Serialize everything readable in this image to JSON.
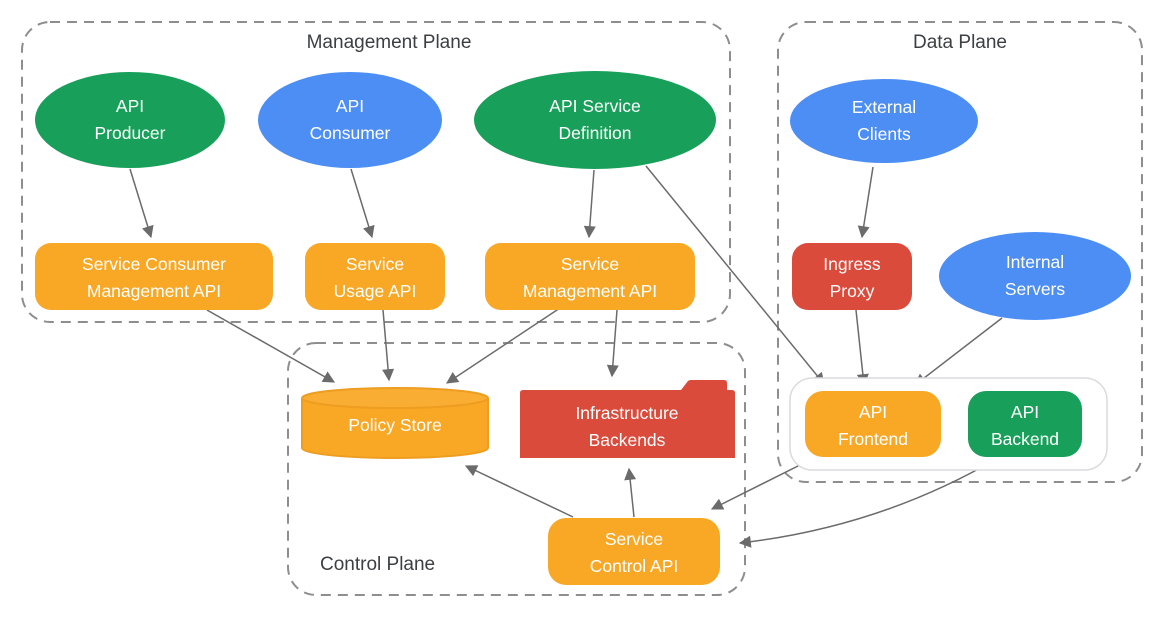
{
  "planes": {
    "management": {
      "label": "Management Plane"
    },
    "data": {
      "label": "Data Plane"
    },
    "control": {
      "label": "Control Plane"
    }
  },
  "nodes": {
    "api_producer": {
      "shape": "ellipse",
      "color_key": "green",
      "line1": "API",
      "line2": "Producer"
    },
    "api_consumer": {
      "shape": "ellipse",
      "color_key": "blue",
      "line1": "API",
      "line2": "Consumer"
    },
    "api_service_definition": {
      "shape": "ellipse",
      "color_key": "green",
      "line1": "API Service",
      "line2": "Definition"
    },
    "service_consumer_management_api": {
      "shape": "rounded-rect",
      "color_key": "orange",
      "line1": "Service Consumer",
      "line2": "Management API"
    },
    "service_usage_api": {
      "shape": "rounded-rect",
      "color_key": "orange",
      "line1": "Service",
      "line2": "Usage API"
    },
    "service_management_api": {
      "shape": "rounded-rect",
      "color_key": "orange",
      "line1": "Service",
      "line2": "Management API"
    },
    "external_clients": {
      "shape": "ellipse",
      "color_key": "blue",
      "line1": "External",
      "line2": "Clients"
    },
    "ingress_proxy": {
      "shape": "rounded-rect",
      "color_key": "red",
      "line1": "Ingress",
      "line2": "Proxy"
    },
    "internal_servers": {
      "shape": "ellipse",
      "color_key": "blue",
      "line1": "Internal",
      "line2": "Servers"
    },
    "api_frontend": {
      "shape": "rounded-rect",
      "color_key": "orange",
      "line1": "API",
      "line2": "Frontend"
    },
    "api_backend": {
      "shape": "rounded-rect",
      "color_key": "green",
      "line1": "API",
      "line2": "Backend"
    },
    "policy_store": {
      "shape": "cylinder",
      "color_key": "orange",
      "label": "Policy Store"
    },
    "infrastructure_backends": {
      "shape": "folder",
      "color_key": "red",
      "line1": "Infrastructure",
      "line2": "Backends"
    },
    "service_control_api": {
      "shape": "rounded-rect",
      "color_key": "orange",
      "line1": "Service",
      "line2": "Control API"
    }
  },
  "edges": [
    {
      "from": "API Producer",
      "to": "Service Consumer Management API"
    },
    {
      "from": "API Consumer",
      "to": "Service Usage API"
    },
    {
      "from": "API Service Definition",
      "to": "Service Management API"
    },
    {
      "from": "API Service Definition",
      "to": "API Frontend"
    },
    {
      "from": "Service Consumer Management API",
      "to": "Policy Store"
    },
    {
      "from": "Service Usage API",
      "to": "Policy Store"
    },
    {
      "from": "Service Management API",
      "to": "Policy Store"
    },
    {
      "from": "Service Management API",
      "to": "Infrastructure Backends"
    },
    {
      "from": "External Clients",
      "to": "Ingress Proxy"
    },
    {
      "from": "Ingress Proxy",
      "to": "API Frontend"
    },
    {
      "from": "Internal Servers",
      "to": "API Frontend"
    },
    {
      "from": "API Frontend",
      "to": "API Backend"
    },
    {
      "from": "API Frontend",
      "to": "Service Control API"
    },
    {
      "from": "API Backend",
      "to": "Service Control API"
    },
    {
      "from": "Service Control API",
      "to": "Policy Store"
    },
    {
      "from": "Service Control API",
      "to": "Infrastructure Backends"
    }
  ],
  "colors": {
    "green": "#18a05b",
    "blue": "#4d8ef5",
    "red": "#db4b3c",
    "orange": "#f9a825",
    "orange_light": "#faad33",
    "arrow": "#6b6b6b",
    "dashed_border": "#8e8e8e",
    "plane_label": "#3c4043"
  }
}
